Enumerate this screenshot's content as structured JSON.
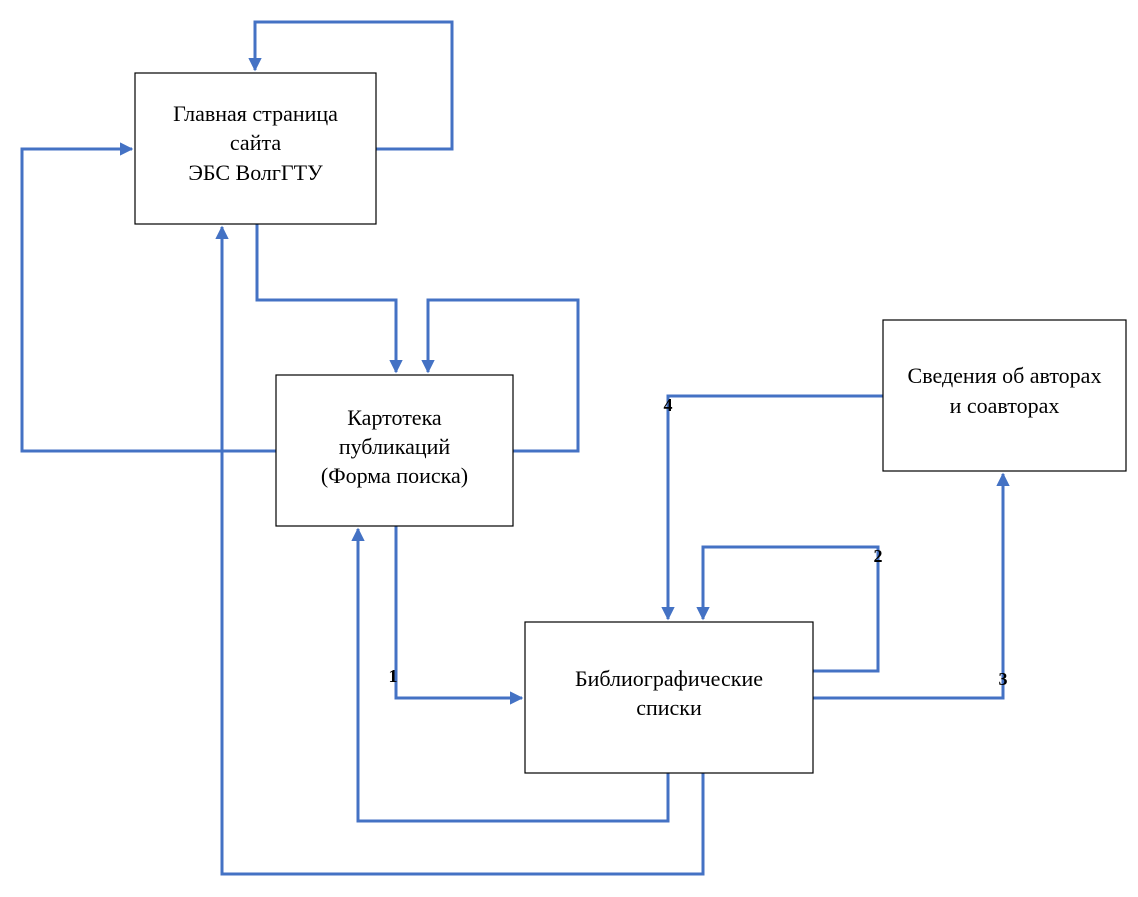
{
  "diagram": {
    "nodes": [
      {
        "id": "home",
        "lines": [
          "Главная страница",
          "сайта",
          "ЭБС ВолгГТУ"
        ]
      },
      {
        "id": "catalog",
        "lines": [
          "Картотека",
          "публикаций",
          "(Форма поиска)"
        ]
      },
      {
        "id": "authors",
        "lines": [
          "Сведения об авторах",
          "и соавторах"
        ]
      },
      {
        "id": "biblio",
        "lines": [
          "Библиографические",
          "списки"
        ]
      }
    ],
    "edges": [
      {
        "id": "home-self",
        "from": "home",
        "to": "home",
        "label": ""
      },
      {
        "id": "home-to-catalog",
        "from": "home",
        "to": "catalog",
        "label": ""
      },
      {
        "id": "catalog-self",
        "from": "catalog",
        "to": "catalog",
        "label": ""
      },
      {
        "id": "catalog-to-home",
        "from": "catalog",
        "to": "home",
        "label": ""
      },
      {
        "id": "catalog-to-biblio",
        "from": "catalog",
        "to": "biblio",
        "label": "1"
      },
      {
        "id": "biblio-self",
        "from": "biblio",
        "to": "biblio",
        "label": "2"
      },
      {
        "id": "biblio-to-authors",
        "from": "biblio",
        "to": "authors",
        "label": "3"
      },
      {
        "id": "authors-to-biblio",
        "from": "authors",
        "to": "biblio",
        "label": "4"
      },
      {
        "id": "biblio-to-catalog",
        "from": "biblio",
        "to": "catalog",
        "label": ""
      },
      {
        "id": "biblio-to-home",
        "from": "biblio",
        "to": "home",
        "label": ""
      }
    ],
    "colors": {
      "edge": "#4472c4",
      "box_border": "#000000",
      "text": "#000000"
    }
  }
}
